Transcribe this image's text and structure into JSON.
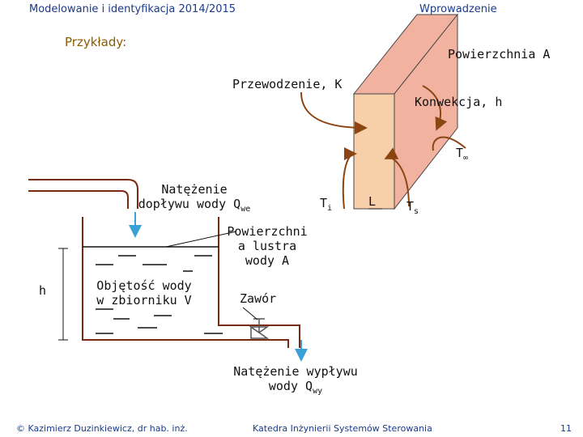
{
  "header": {
    "left": "Modelowanie i identyfikacja 2014/2015",
    "right": "Wprowadzenie"
  },
  "footer": {
    "author": "© Kazimierz Duzinkiewicz, dr hab. inż.",
    "department": "Katedra Inżynierii Systemów Sterowania",
    "page": "11"
  },
  "slide": {
    "title": "Przykłady:",
    "wall": {
      "surface": "Powierzchnia A",
      "conduction": "Przewodzenie, K",
      "convection": "Konwekcja, h",
      "t_inf": "T",
      "t_inf_sub": "∞",
      "t_i": "T",
      "t_i_sub": "i",
      "t_s": "T",
      "t_s_sub": "s",
      "thickness": "L"
    },
    "tank": {
      "inflow_line1": "Natężenie",
      "inflow_line2": "dopływu wody Q",
      "inflow_sub": "we",
      "surface_line1": "Powierzchni",
      "surface_line2": "a lustra",
      "surface_line3": "wody A",
      "volume_line1": "Objętość wody",
      "volume_line2": "w zbiorniku V",
      "height": "h",
      "valve": "Zawór",
      "outflow_line1": "Natężenie wypływu",
      "outflow_line2": "wody Q",
      "outflow_sub": "wy"
    },
    "colors": {
      "wall_front": "#f7cfa8",
      "wall_side": "#f2b2a0",
      "curve_arrow": "#8b4513",
      "water_arrow": "#3aa0d8",
      "pipe": "#7a2a10",
      "header_text": "#1a3a8a"
    }
  }
}
